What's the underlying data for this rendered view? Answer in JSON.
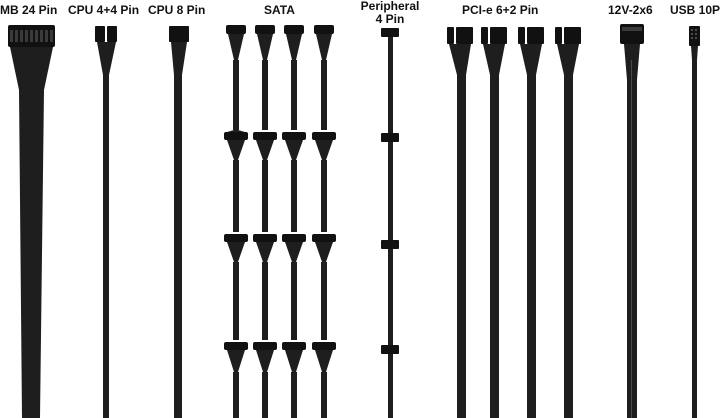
{
  "labels": {
    "mb24": "MB 24 Pin",
    "cpu44": "CPU 4+4 Pin",
    "cpu8": "CPU 8 Pin",
    "sata": "SATA",
    "peripheral_line1": "Peripheral",
    "peripheral_line2": "4 Pin",
    "pcie": "PCI-e 6+2 Pin",
    "hpwr": "12V-2x6",
    "usb": "USB 10P"
  },
  "colors": {
    "cable": "#1e1e1e",
    "connector": "#111111",
    "background": "#ffffff"
  }
}
